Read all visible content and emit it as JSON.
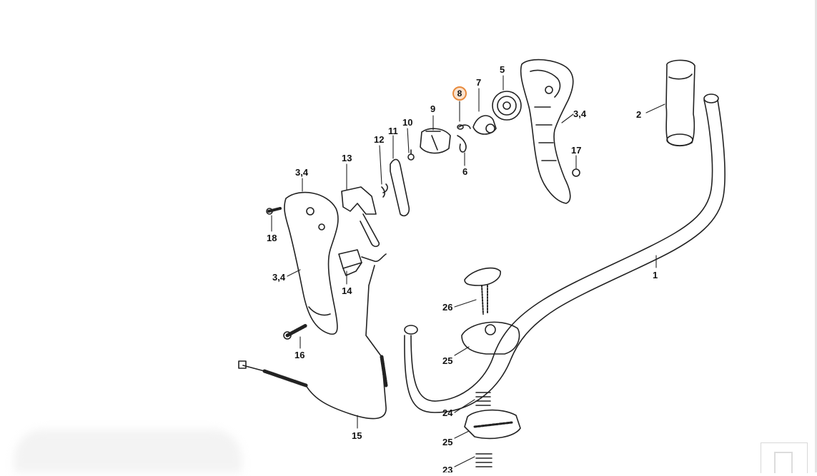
{
  "diagram": {
    "colors": {
      "line": "#222222",
      "highlight": "#e88a3c",
      "highlight_fill": "#fbe3cf"
    },
    "selected_part": "8",
    "callouts": {
      "c1": "1",
      "c2": "2",
      "c3_4_top": "3,4",
      "c3_4_left_top": "3,4",
      "c3_4_left_bottom": "3,4",
      "c5": "5",
      "c6": "6",
      "c7": "7",
      "c8": "8",
      "c9": "9",
      "c10": "10",
      "c11": "11",
      "c12": "12",
      "c13": "13",
      "c14": "14",
      "c15": "15",
      "c16": "16",
      "c17": "17",
      "c18": "18",
      "c23": "23",
      "c24": "24",
      "c25_top": "25",
      "c25_bottom": "25",
      "c26": "26"
    }
  }
}
